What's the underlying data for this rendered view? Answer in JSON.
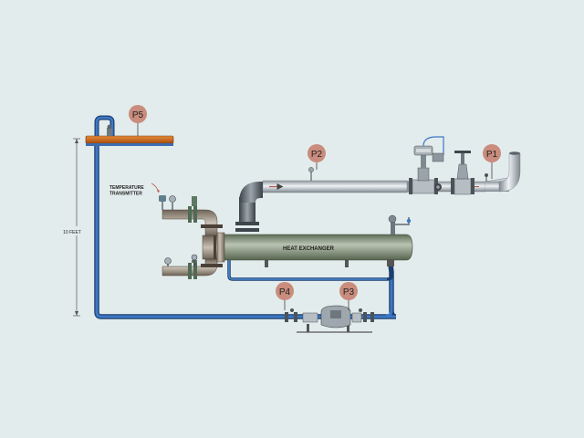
{
  "labels": {
    "temperature_transmitter_line1": "TEMPERATURE",
    "temperature_transmitter_line2": "TRANSMITTER",
    "heat_exchanger": "HEAT EXCHANGER",
    "height": "10 FEET"
  },
  "points": [
    {
      "id": "P1",
      "label": "P1"
    },
    {
      "id": "P2",
      "label": "P2"
    },
    {
      "id": "P3",
      "label": "P3"
    },
    {
      "id": "P4",
      "label": "P4"
    },
    {
      "id": "P5",
      "label": "P5"
    }
  ],
  "colors": {
    "background": "#e3ecec",
    "badge": "#c98c7d",
    "steam_pipe": "#c9d1d6",
    "condensate_pipe": "#2f62a6",
    "exchanger": "#8a9a82",
    "orange_bar": "#d2681d"
  }
}
